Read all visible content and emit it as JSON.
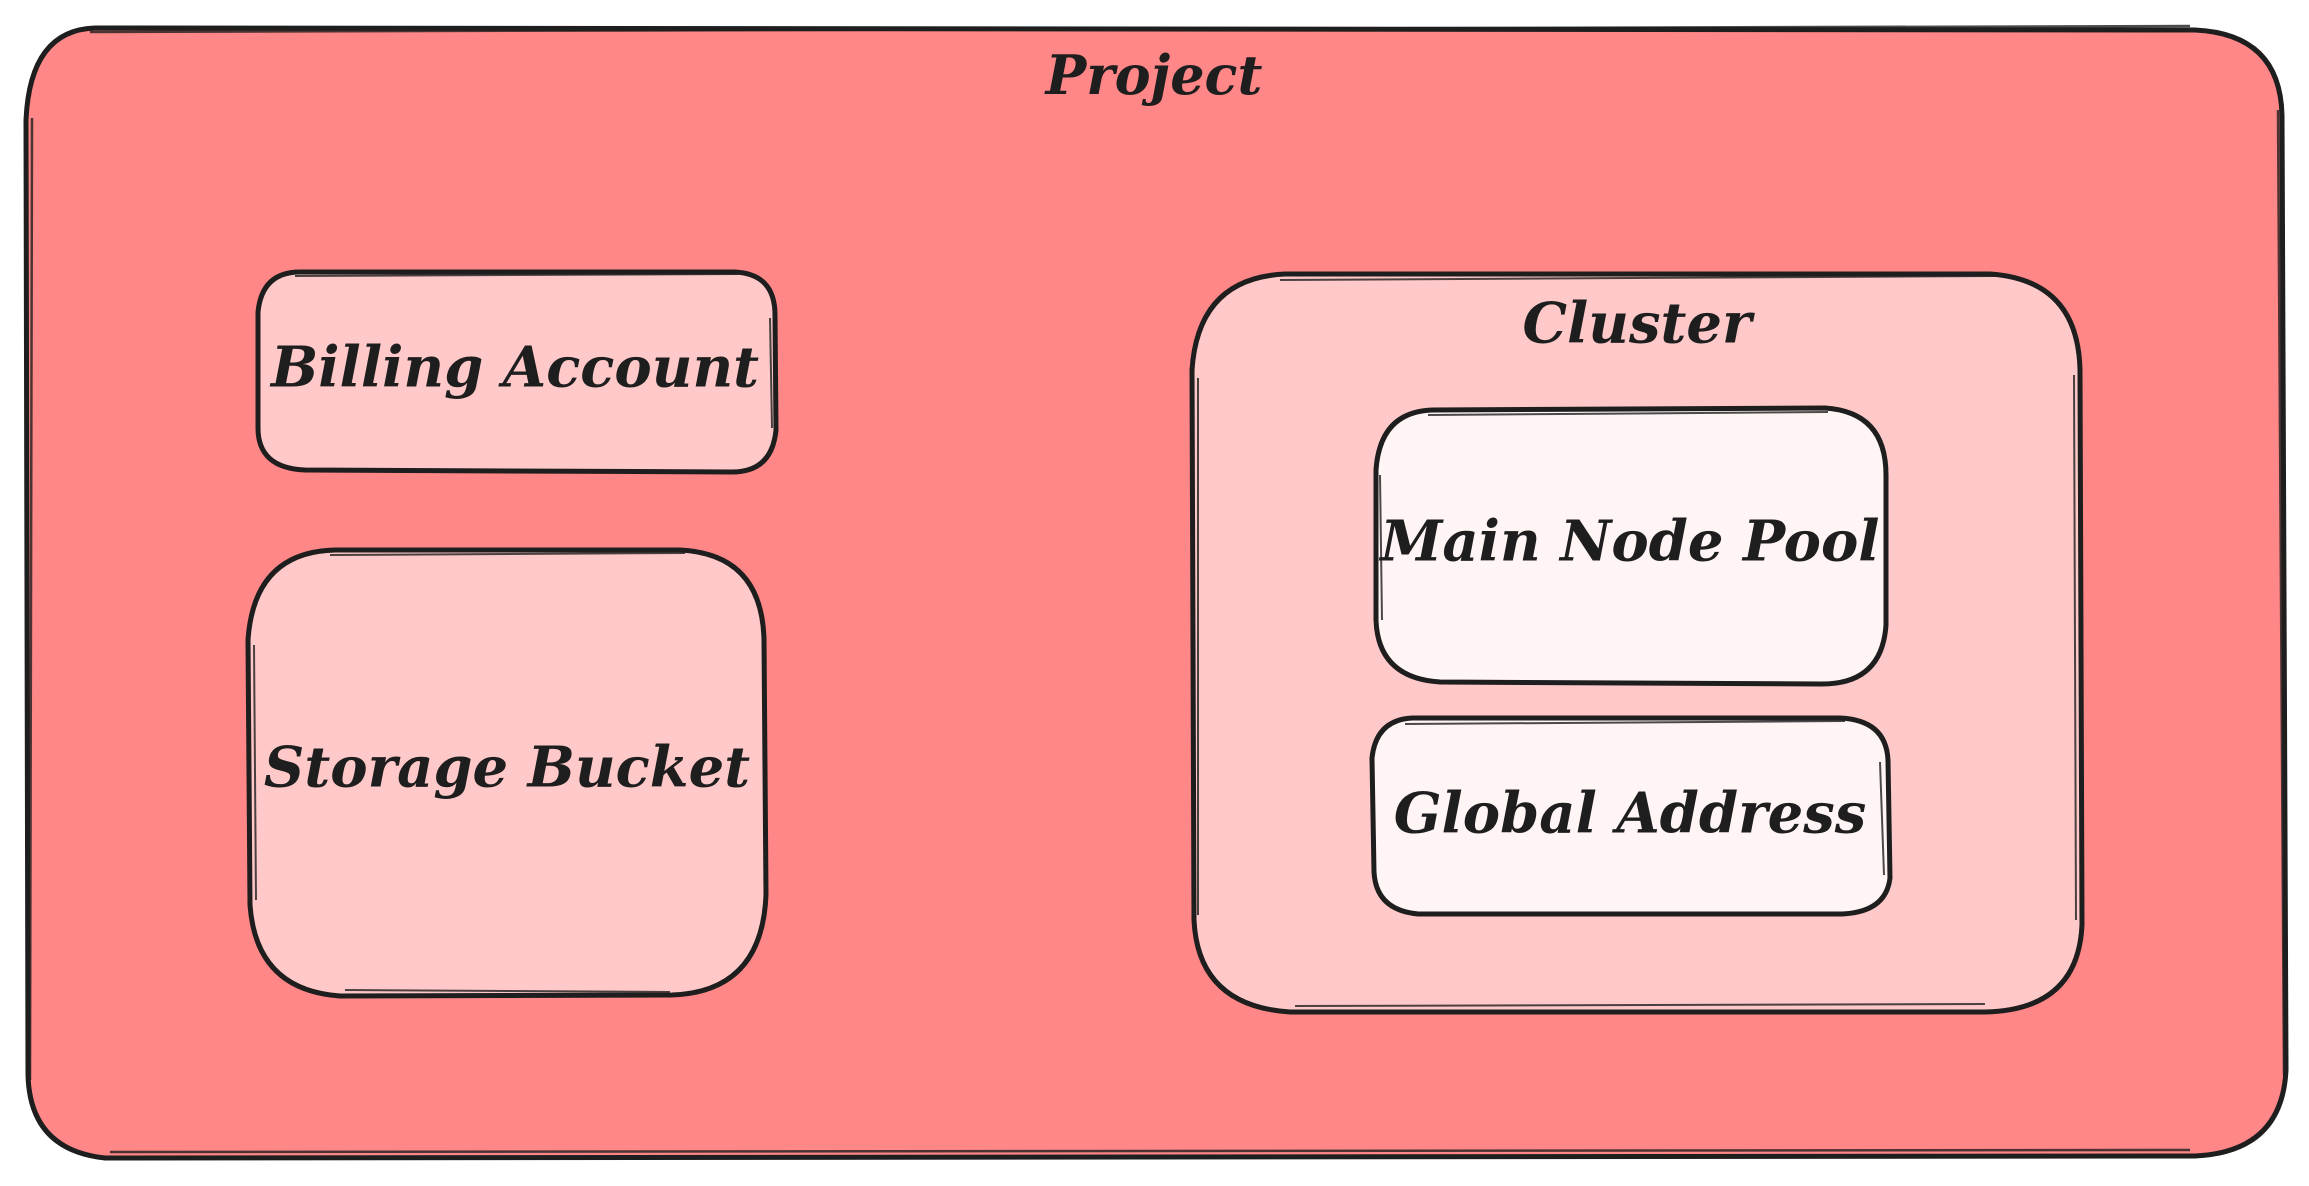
{
  "diagram": {
    "project": {
      "label": "Project"
    },
    "billing_account": {
      "label": "Billing Account"
    },
    "storage_bucket": {
      "label": "Storage Bucket"
    },
    "cluster": {
      "label": "Cluster"
    },
    "main_node_pool": {
      "label": "Main Node Pool"
    },
    "global_address": {
      "label": "Global Address"
    }
  },
  "colors": {
    "outline": "#1e1e1e",
    "project_fill": "#ff8787",
    "inner_fill": "#ffc9c9",
    "innermost_fill": "#fff5f5"
  }
}
